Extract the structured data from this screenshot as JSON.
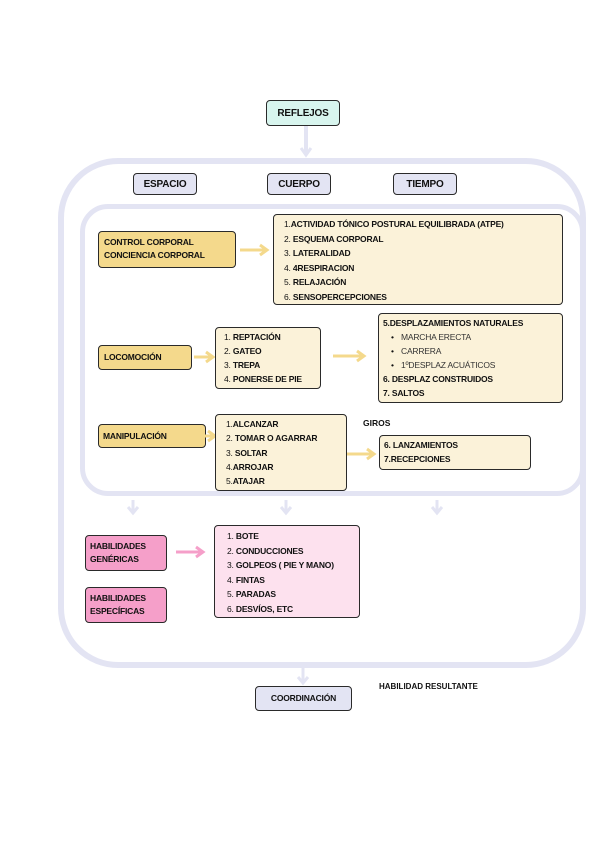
{
  "top": {
    "reflejos": "REFLEJOS"
  },
  "axes": {
    "espacio": "ESPACIO",
    "cuerpo": "CUERPO",
    "tiempo": "TIEMPO"
  },
  "control": {
    "label_lines": [
      "CONTROL CORPORAL",
      "CONCIENCIA CORPORAL"
    ],
    "items": [
      {
        "num": "1.",
        "text": "ACTIVIDAD TÓNICO POSTURAL EQUILIBRADA (ATPE)"
      },
      {
        "num": "2.",
        "text": "ESQUEMA CORPORAL"
      },
      {
        "num": "3.",
        "text": "LATERALIDAD"
      },
      {
        "num": "4.",
        "text": "4RESPIRACION"
      },
      {
        "num": "5.",
        "text": "RELAJACIÓN"
      },
      {
        "num": "6.",
        "text": "SENSOPERCEPCIONES"
      }
    ]
  },
  "locomocion": {
    "label": "LOCOMOCIÓN",
    "items": [
      {
        "num": "1.",
        "text": "REPTACIÓN"
      },
      {
        "num": "2.",
        "text": "GATEO"
      },
      {
        "num": "3.",
        "text": "TREPA"
      },
      {
        "num": "4.",
        "text": "PONERSE DE PIE"
      }
    ],
    "extended": {
      "heading": "5.DESPLAZAMIENTOS NATURALES",
      "bullets": [
        "MARCHA ERECTA",
        "CARRERA",
        "1ºDESPLAZ ACUÁTICOS"
      ],
      "item6": "6. DESPLAZ CONSTRUIDOS",
      "item7": "7. SALTOS"
    }
  },
  "manipulacion": {
    "label": "MANIPULACIÓN",
    "items": [
      {
        "num": "1.",
        "text": "ALCANZAR"
      },
      {
        "num": "2.",
        "text": "TOMAR O AGARRAR"
      },
      {
        "num": "3.",
        "text": "SOLTAR"
      },
      {
        "num": "4.",
        "text": "ARROJAR"
      },
      {
        "num": "5.",
        "text": "ATAJAR"
      }
    ],
    "giros": "GIROS",
    "extended": [
      "6. LANZAMIENTOS",
      "7.RECEPCIONES"
    ]
  },
  "habilidades": {
    "genericas_lines": [
      "HABILIDADES",
      "GENÉRICAS"
    ],
    "especificas_lines": [
      "HABILIDADES",
      "ESPECÍFICAS"
    ],
    "items": [
      {
        "num": "1.",
        "text": "BOTE"
      },
      {
        "num": "2.",
        "text": "CONDUCCIONES"
      },
      {
        "num": "3.",
        "text": "GOLPEOS ( PIE Y MANO)"
      },
      {
        "num": "4.",
        "text": "FINTAS"
      },
      {
        "num": "5.",
        "text": "PARADAS"
      },
      {
        "num": "6.",
        "text": "DESVÍOS, ETC"
      }
    ]
  },
  "bottom": {
    "coordinacion": "COORDINACIÓN",
    "resultante": "HABILIDAD RESULTANTE"
  },
  "colors": {
    "frame": "#e3e4f3",
    "reflejos_bg": "#d8f5ee",
    "axis_bg": "#e3e4f3",
    "category_bg": "#f4d98c",
    "list_bg": "#fbf2d9",
    "arrow_gold": "#f4d98c",
    "habilidad_bg": "#f59fc9",
    "habilidad_list_bg": "#fde1ee",
    "arrow_pink": "#f59fc9"
  }
}
